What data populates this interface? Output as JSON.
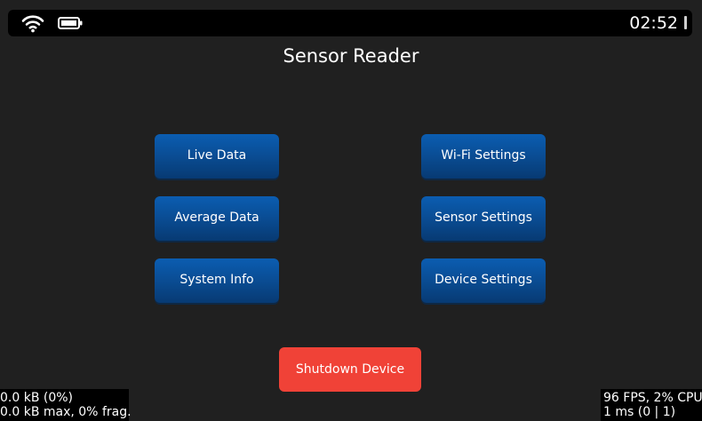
{
  "status_bar": {
    "icons": [
      "wifi-icon",
      "battery-icon"
    ],
    "time": "02:52"
  },
  "title": "Sensor Reader",
  "menu": {
    "left": [
      {
        "label": "Live Data"
      },
      {
        "label": "Average Data"
      },
      {
        "label": "System Info"
      }
    ],
    "right": [
      {
        "label": "Wi-Fi Settings"
      },
      {
        "label": "Sensor Settings"
      },
      {
        "label": "Device Settings"
      }
    ]
  },
  "shutdown_label": "Shutdown Device",
  "colors": {
    "background": "#202020",
    "button_blue": "#0a4e96",
    "shutdown_red": "#f04237",
    "text": "#ffffff"
  },
  "monitors": {
    "memory": {
      "line1": "0.0 kB (0%)",
      "line2": "0.0 kB max, 0% frag."
    },
    "performance": {
      "line1": "96 FPS, 2% CPU",
      "line2": "1 ms (0 | 1)"
    }
  }
}
